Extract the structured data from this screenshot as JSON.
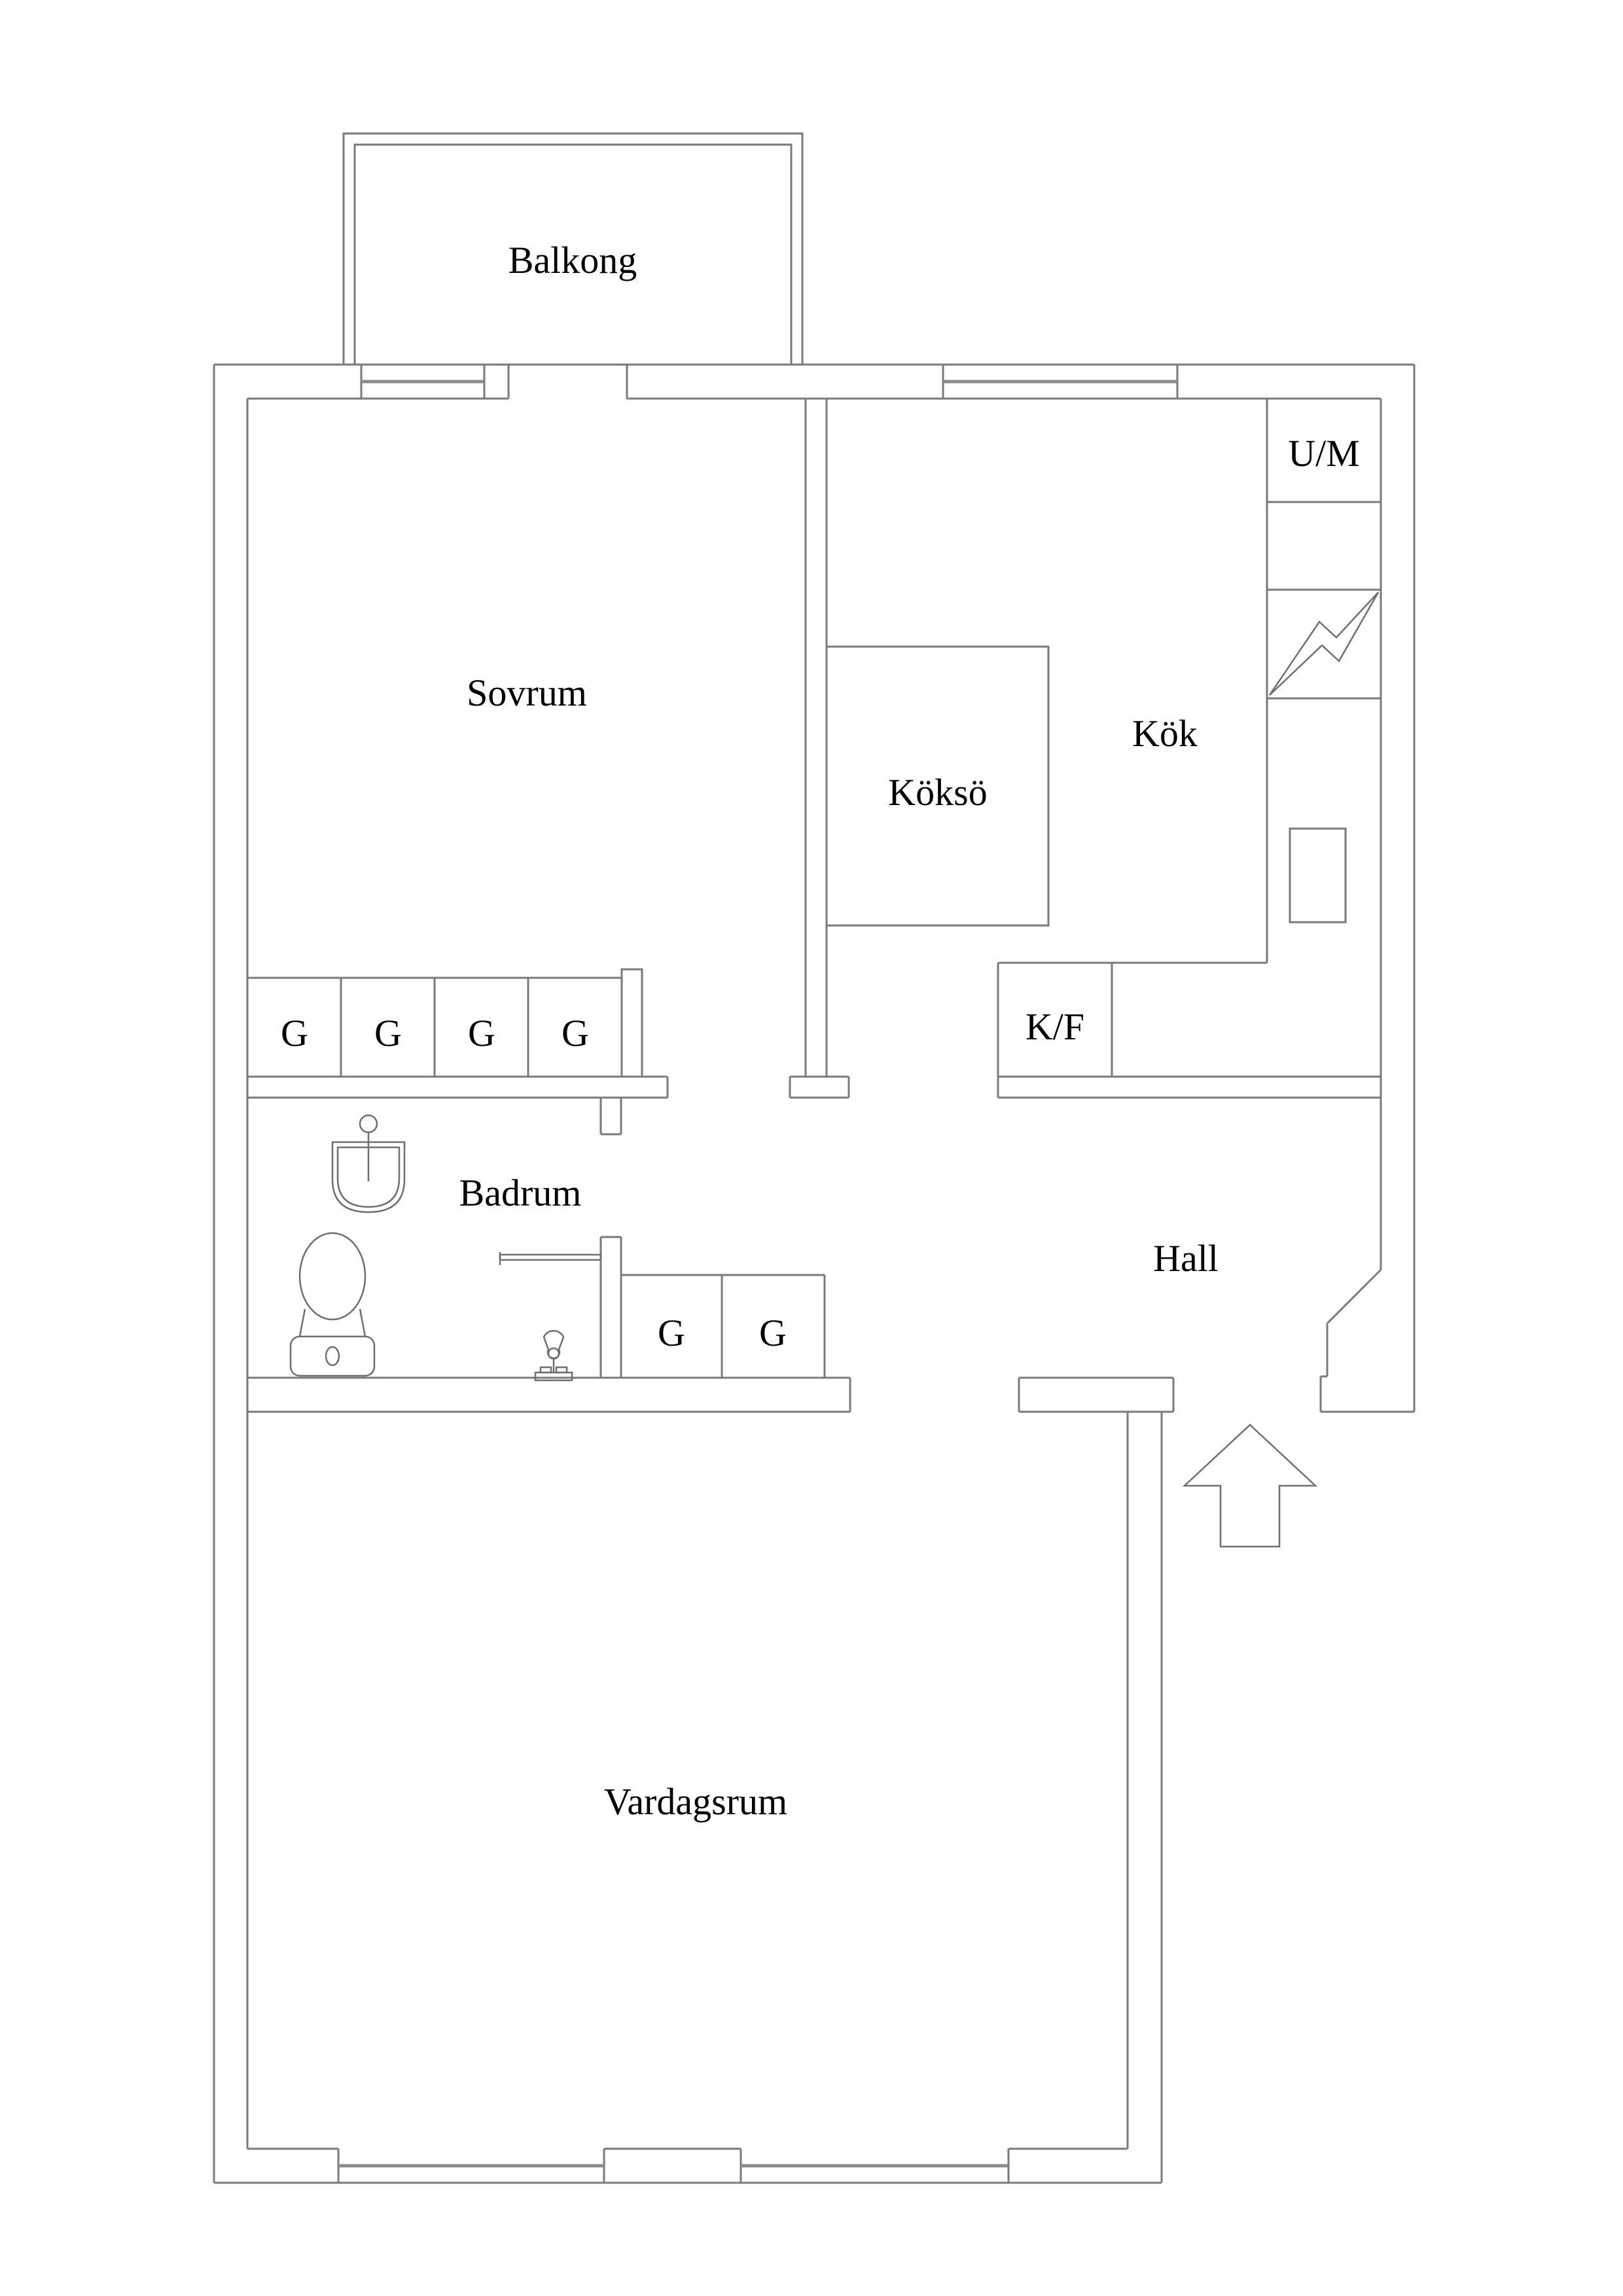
{
  "canvas": {
    "background": "#ffffff"
  },
  "colors": {
    "wall_line": "#7a7a7a",
    "window_glass_line": "#8a8a8a",
    "fixture_line": "#6f6f6f",
    "label_text": "#000000"
  },
  "rooms": {
    "balkong": {
      "label": "Balkong"
    },
    "sovrum": {
      "label": "Sovrum"
    },
    "kok": {
      "label": "Kök"
    },
    "kokso": {
      "label": "Köksö"
    },
    "badrum": {
      "label": "Badrum"
    },
    "hall": {
      "label": "Hall"
    },
    "vardagsrum": {
      "label": "Vardagsrum"
    }
  },
  "appliances": {
    "washing_machine": "U/M",
    "fridge_freezer": "K/F"
  },
  "wardrobes": {
    "bedroom": [
      "G",
      "G",
      "G",
      "G"
    ],
    "hall": [
      "G",
      "G"
    ]
  },
  "icons": [
    "stove-lightning-icon",
    "kitchen-sink-icon",
    "washbasin-icon",
    "toilet-icon",
    "shower-icon",
    "entrance-arrow-icon"
  ]
}
